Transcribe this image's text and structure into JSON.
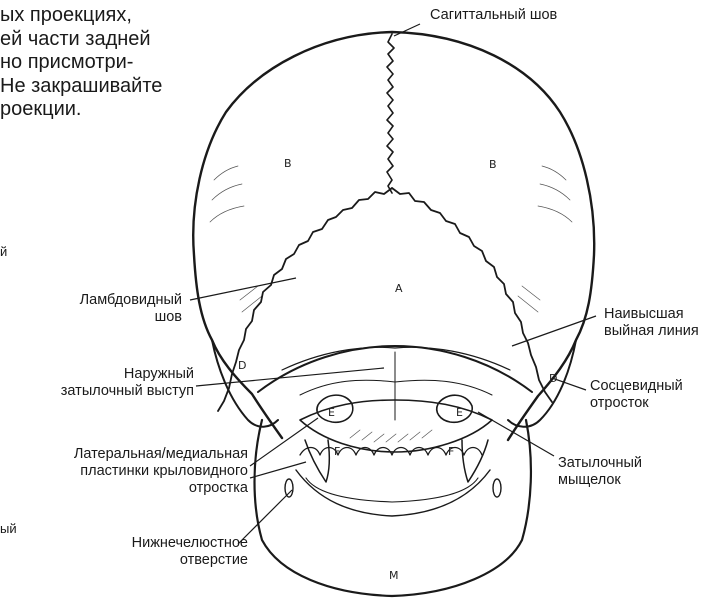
{
  "intro_text": [
    "ых проекциях,",
    "ей части задней",
    "но присмотри-",
    "Не закрашивайте",
    "роекции."
  ],
  "edge_fragments": [
    "й",
    "ый"
  ],
  "labels": {
    "sagittal": "Сагиттальный шов",
    "lambdoid_1": "Ламбдовидный",
    "lambdoid_2": "шов",
    "nuchal_1": "Наивысшая",
    "nuchal_2": "выйная линия",
    "occ_prot_1": "Наружный",
    "occ_prot_2": "затылочный выступ",
    "mastoid_1": "Сосцевидный",
    "mastoid_2": "отросток",
    "pterygoid_1": "Латеральная/медиальная",
    "pterygoid_2": "пластинки крыловидного",
    "pterygoid_3": "отростка",
    "condyle_1": "Затылочный",
    "condyle_2": "мыщелок",
    "mandibular_1": "Нижнечелюстное",
    "mandibular_2": "отверстие"
  },
  "regions": {
    "a": "A",
    "b_left": "B",
    "b_right": "B",
    "d_left": "D",
    "d_right": "D",
    "e_left": "E",
    "e_right": "E",
    "f_left": "F",
    "f_right": "F",
    "m": "M"
  }
}
